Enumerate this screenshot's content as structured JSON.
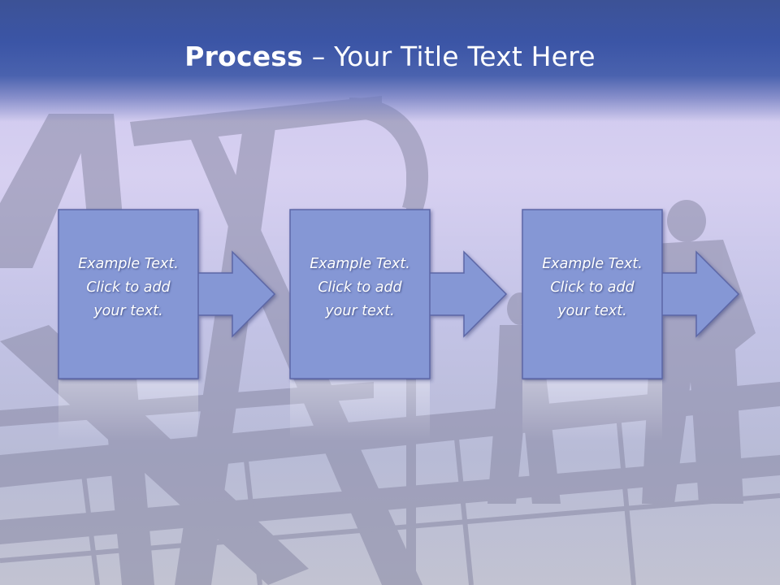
{
  "slide": {
    "title_bold": "Process",
    "title_dash": " – ",
    "title_rest": "Your Title Text Here"
  },
  "steps": [
    {
      "line1": "Example Text.",
      "line2": "Click  to add",
      "line3": "your text."
    },
    {
      "line1": "Example Text.",
      "line2": "Click  to add",
      "line3": "your text."
    },
    {
      "line1": "Example Text.",
      "line2": "Click  to add",
      "line3": "your text."
    }
  ],
  "colors": {
    "header": "#3b55a6",
    "box_fill": "#8597d5",
    "box_stroke": "#5b66a6",
    "text": "#ffffff"
  },
  "icons": [
    "right-arrow-icon"
  ]
}
